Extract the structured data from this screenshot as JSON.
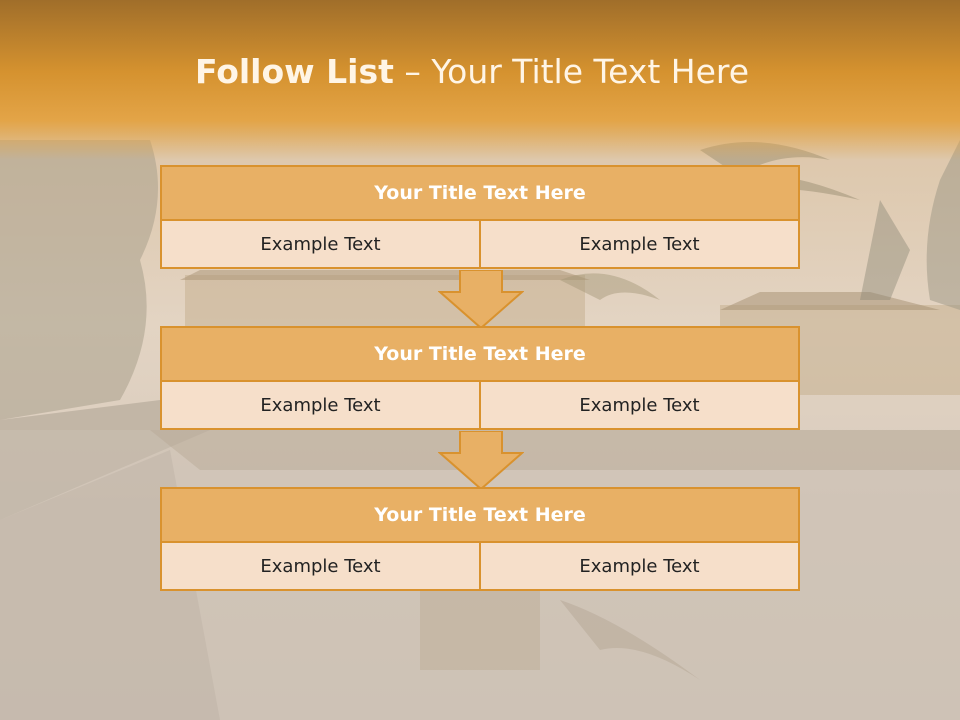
{
  "colors": {
    "header": "#d5922f",
    "block_title_bg": "#e8b065",
    "block_cell_bg": "#f6dfca",
    "border": "#d9922e",
    "arrow": "#e8b065"
  },
  "title": {
    "bold": "Follow List",
    "rest": " – Your Title Text Here"
  },
  "blocks": [
    {
      "title": "Your Title Text Here",
      "cells": [
        "Example Text",
        "Example Text"
      ]
    },
    {
      "title": "Your Title Text Here",
      "cells": [
        "Example Text",
        "Example Text"
      ]
    },
    {
      "title": "Your Title Text Here",
      "cells": [
        "Example Text",
        "Example Text"
      ]
    }
  ],
  "icons": [
    "down-arrow-icon",
    "down-arrow-icon"
  ]
}
